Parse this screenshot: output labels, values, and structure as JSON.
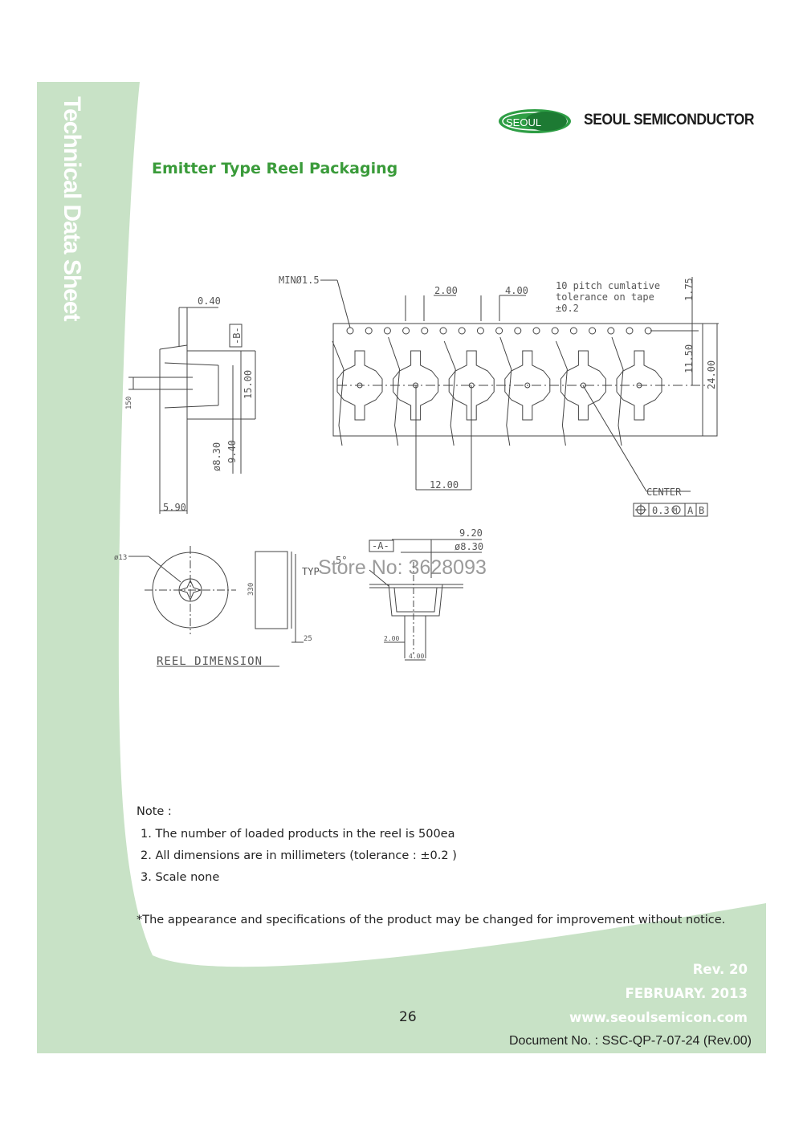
{
  "sidebar": {
    "title": "Technical Data Sheet"
  },
  "brand": {
    "logo_badge": "SEOUL",
    "name": "SEOUL SEMICONDUCTOR",
    "green": "#4caf50",
    "sidebar_green": "#c8e2c6"
  },
  "heading": "Emitter Type Reel Packaging",
  "drawing": {
    "tape_labels": {
      "min_hole": "MINØ1.5",
      "pitch_200": "2.00",
      "pitch_400": "4.00",
      "tolerance_line1": "10 pitch cumlative",
      "tolerance_line2": "tolerance on tape",
      "tolerance_line3": "±0.2",
      "dim_175": "1.75",
      "dim_1150": "11.50",
      "dim_2400": "24.00",
      "dim_1200": "12.00",
      "center": "CENTER",
      "fcf_value": "0.3",
      "fcf_m": "M",
      "fcf_a": "A",
      "fcf_b": "B"
    },
    "side_labels": {
      "dim_040": "0.40",
      "datum_b": "-B-",
      "dim_1500": "15.00",
      "dim_150": "150",
      "dim_830": "ø8.30",
      "dim_940": "9.40",
      "dim_590": "5.90"
    },
    "reel_labels": {
      "hub": "ø13",
      "dim_330": "330",
      "dim_25": "25",
      "caption": "REEL DIMENSION"
    },
    "section_labels": {
      "dim_920": "9.20",
      "datum_a": "-A-",
      "dim_830": "ø8.30",
      "angle": "5°",
      "typ": "TYP",
      "dim_200": "2.00",
      "dim_400": "4.00"
    }
  },
  "watermark": "Store No: 3628093",
  "notes": {
    "label": "Note :",
    "items": [
      "1. The number of loaded products in the reel is 500ea",
      "2. All dimensions are in millimeters (tolerance : ±0.2 )",
      "3. Scale none"
    ]
  },
  "disclaimer": "*The appearance and specifications of the product may be changed for improvement without notice.",
  "footer": {
    "rev": "Rev. 20",
    "date": "FEBRUARY. 2013",
    "website": "www.seoulsemicon.com",
    "page_number": "26",
    "document_no": "Document No. : SSC-QP-7-07-24 (Rev.00)"
  }
}
